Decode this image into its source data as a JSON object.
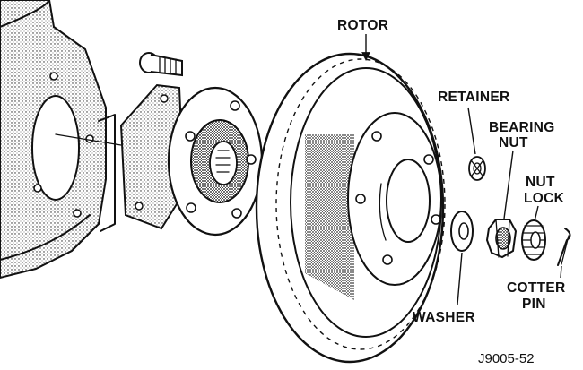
{
  "labels": {
    "rotor": "ROTOR",
    "retainer": "RETAINER",
    "bearing_nut_line1": "BEARING",
    "bearing_nut_line2": "NUT",
    "nut_lock_line1": "NUT",
    "nut_lock_line2": "LOCK",
    "cotter_pin_line1": "COTTER",
    "cotter_pin_line2": "PIN",
    "washer": "WASHER"
  },
  "figure_id": "J9005-52"
}
